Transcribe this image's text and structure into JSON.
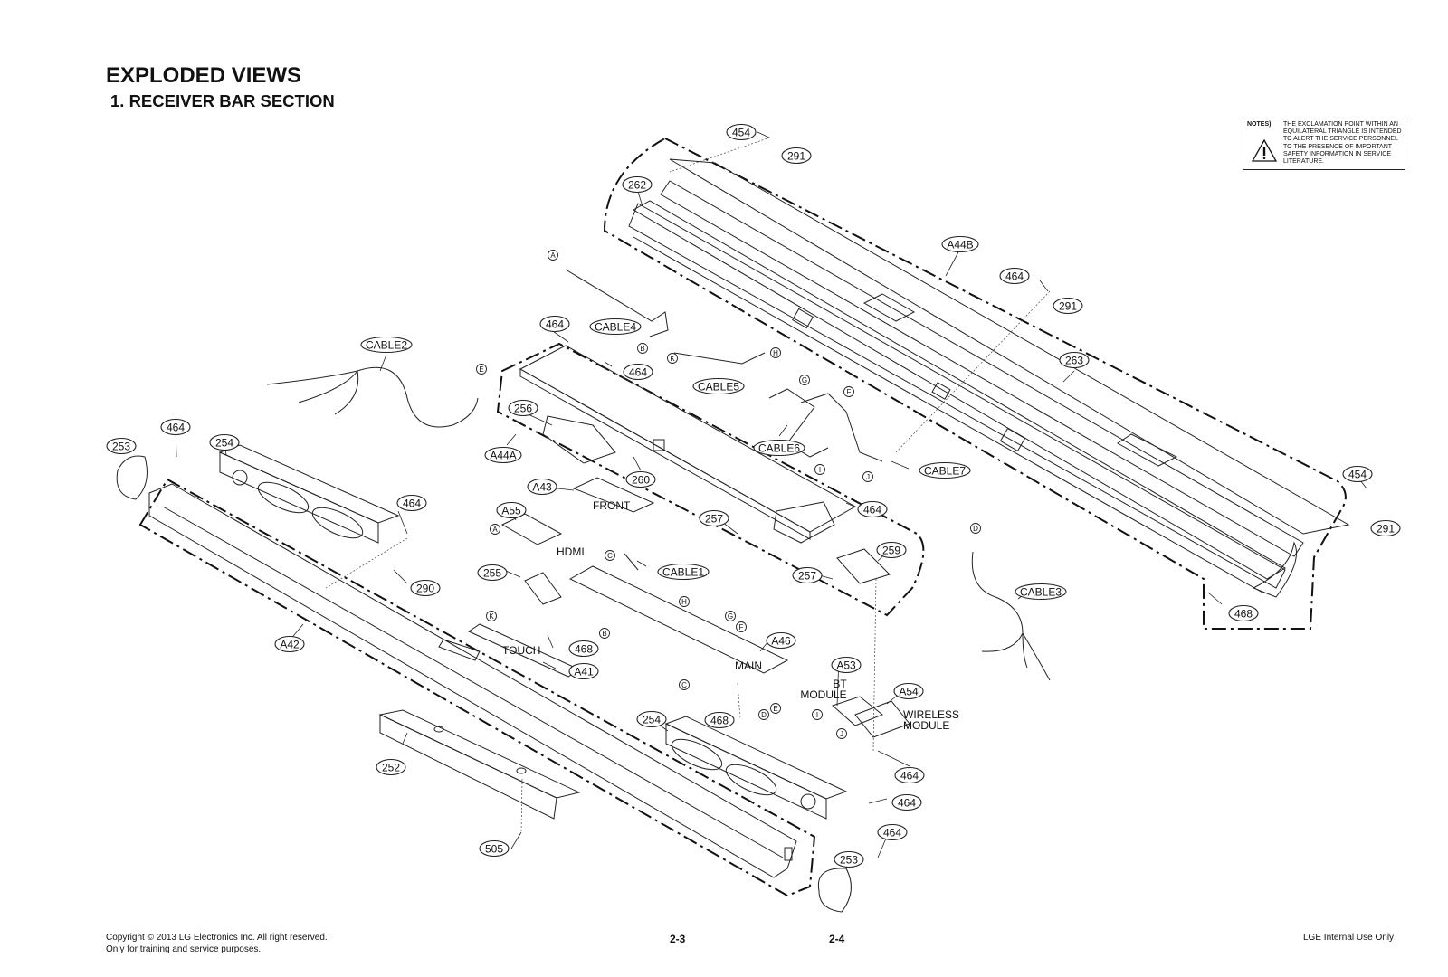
{
  "header": {
    "title": "EXPLODED VIEWS",
    "section": "1. RECEIVER BAR SECTION"
  },
  "notes": {
    "label": "NOTES)",
    "text": "THE EXCLAMATION POINT WITHIN AN EQUILATERAL TRIANGLE IS INTENDED TO ALERT THE SERVICE PERSONNEL TO THE PRESENCE OF IMPORTANT SAFETY INFORMATION IN SERVICE LITERATURE.",
    "icon": "warning-triangle-icon"
  },
  "callouts": [
    {
      "id": "454",
      "label": "454"
    },
    {
      "id": "291",
      "label": "291"
    },
    {
      "id": "262",
      "label": "262"
    },
    {
      "id": "A44B",
      "label": "A44B"
    },
    {
      "id": "464",
      "label": "464"
    },
    {
      "id": "291",
      "label": "291"
    },
    {
      "id": "263",
      "label": "263"
    },
    {
      "id": "454",
      "label": "454"
    },
    {
      "id": "291",
      "label": "291"
    },
    {
      "id": "468",
      "label": "468"
    },
    {
      "id": "CABLE4",
      "label": "CABLE4"
    },
    {
      "id": "464",
      "label": "464"
    },
    {
      "id": "CABLE2",
      "label": "CABLE2"
    },
    {
      "id": "464",
      "label": "464"
    },
    {
      "id": "CABLE5",
      "label": "CABLE5"
    },
    {
      "id": "256",
      "label": "256"
    },
    {
      "id": "A44A",
      "label": "A44A"
    },
    {
      "id": "CABLE6",
      "label": "CABLE6"
    },
    {
      "id": "CABLE7",
      "label": "CABLE7"
    },
    {
      "id": "253",
      "label": "253"
    },
    {
      "id": "464",
      "label": "464"
    },
    {
      "id": "254",
      "label": "254"
    },
    {
      "id": "260",
      "label": "260"
    },
    {
      "id": "A43",
      "label": "A43"
    },
    {
      "id": "464",
      "label": "464"
    },
    {
      "id": "464",
      "label": "464"
    },
    {
      "id": "A55",
      "label": "A55"
    },
    {
      "id": "257",
      "label": "257"
    },
    {
      "id": "CABLE1",
      "label": "CABLE1"
    },
    {
      "id": "259",
      "label": "259"
    },
    {
      "id": "257",
      "label": "257"
    },
    {
      "id": "255",
      "label": "255"
    },
    {
      "id": "290",
      "label": "290"
    },
    {
      "id": "CABLE3",
      "label": "CABLE3"
    },
    {
      "id": "A42",
      "label": "A42"
    },
    {
      "id": "468",
      "label": "468"
    },
    {
      "id": "A46",
      "label": "A46"
    },
    {
      "id": "A41",
      "label": "A41"
    },
    {
      "id": "A53",
      "label": "A53"
    },
    {
      "id": "A54",
      "label": "A54"
    },
    {
      "id": "254",
      "label": "254"
    },
    {
      "id": "468",
      "label": "468"
    },
    {
      "id": "252",
      "label": "252"
    },
    {
      "id": "464",
      "label": "464"
    },
    {
      "id": "464",
      "label": "464"
    },
    {
      "id": "253",
      "label": "253"
    },
    {
      "id": "464",
      "label": "464"
    },
    {
      "id": "505",
      "label": "505"
    }
  ],
  "connector_pins": [
    "A",
    "B",
    "K",
    "H",
    "E",
    "G",
    "F",
    "I",
    "J",
    "A",
    "C",
    "H",
    "G",
    "F",
    "K",
    "B",
    "C",
    "D",
    "E",
    "I",
    "J",
    "D"
  ],
  "part_labels": {
    "front": "FRONT",
    "hdmi": "HDMI",
    "touch": "TOUCH",
    "main": "MAIN",
    "bt_line1": "BT",
    "bt_line2": "MODULE",
    "wireless_line1": "WIRELESS",
    "wireless_line2": "MODULE"
  },
  "footer": {
    "copyright": "Copyright © 2013 LG Electronics Inc. All right reserved.",
    "usage": "Only for training and service purposes.",
    "page_left": "2-3",
    "page_right": "2-4",
    "internal": "LGE Internal Use Only"
  }
}
